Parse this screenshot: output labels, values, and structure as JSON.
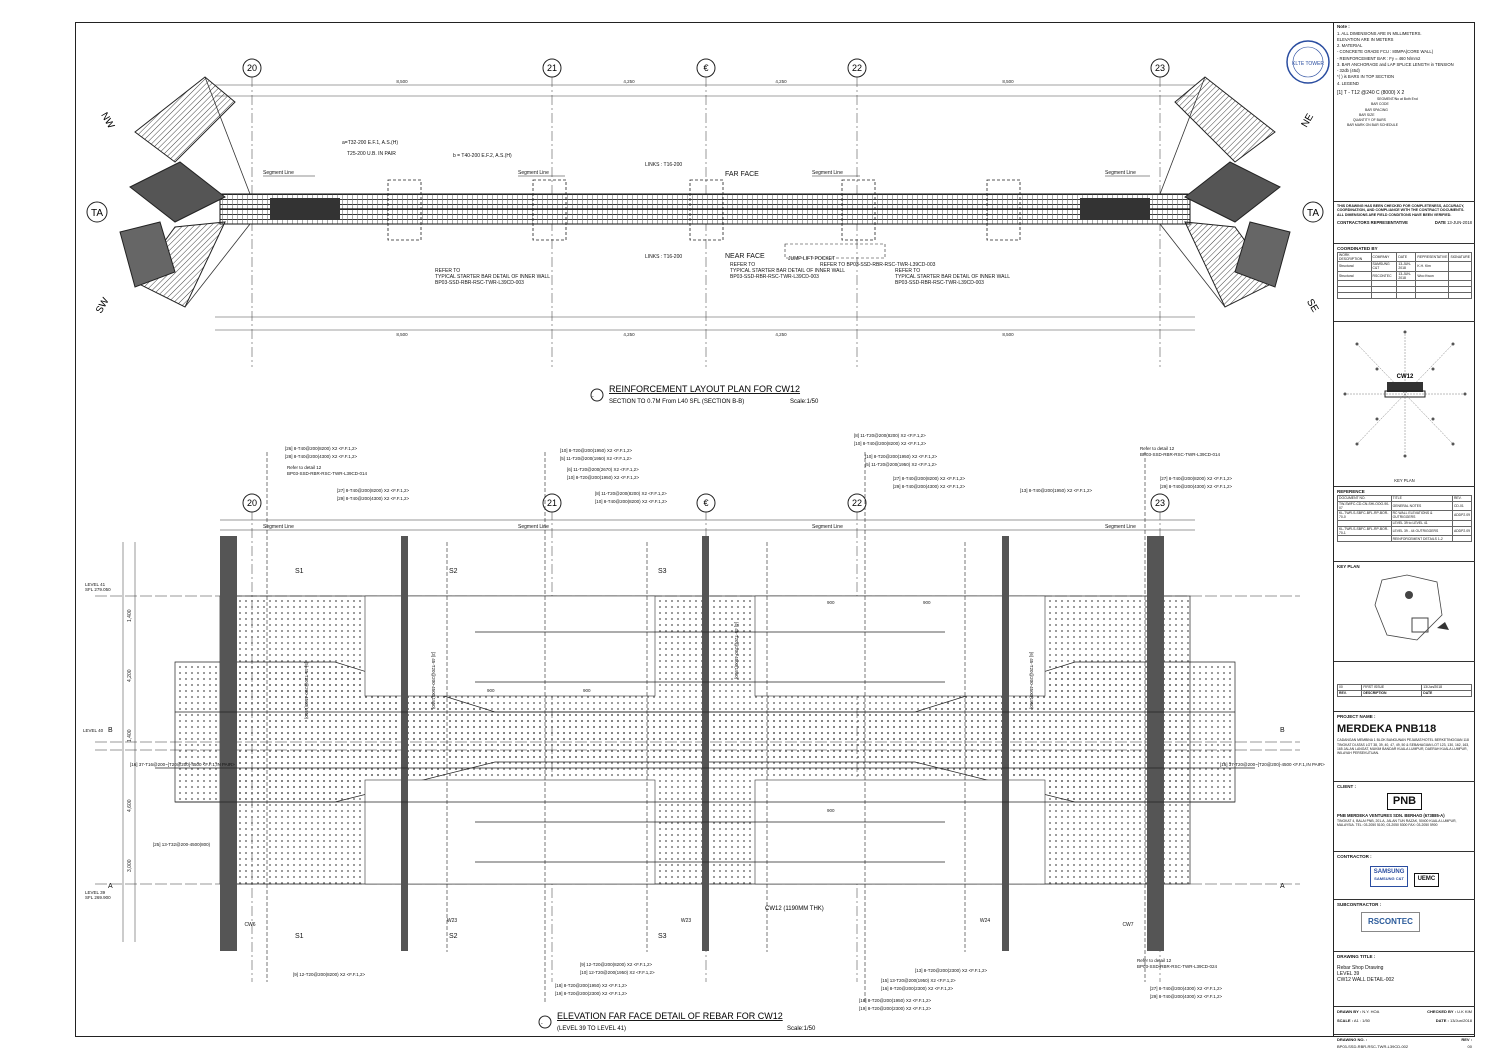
{
  "plan": {
    "title": "REINFORCEMENT LAYOUT PLAN FOR CW12",
    "subtitle": "SECTION TO 0.7M From L40 SFL  (SECTION B-B)",
    "scale": "Scale:1/50",
    "grids": [
      "20",
      "21",
      "€",
      "22",
      "23"
    ],
    "wings": {
      "nw": "NW",
      "ne": "NE",
      "sw": "SW",
      "se": "SE",
      "ta_left": "TA",
      "ta_right": "TA"
    },
    "segment_line": "Segment Line",
    "far_face": "FAR FACE",
    "near_face": "NEAR FACE",
    "links_top": "LINKS : T16-200",
    "links_bottom": "LINKS : T16-200",
    "note_a": "a=T32-200  E.F.1, A.S.(H)",
    "note_t25": "T25-200 U.B. IN PAIR",
    "note_b": "b = T40-200  E.F.2, A.S.(H)",
    "refer_left": [
      "REFER TO",
      "TYPICAL STARTER BAR DETAIL OF INNER WALL",
      "BP03-SSD-RBR-RSC-TWR-L39CD-003"
    ],
    "refer_mid": [
      "REFER TO",
      "TYPICAL STARTER BAR DETAIL OF INNER WALL",
      "BP03-SSD-RBR-RSC-TWR-L39CD-003"
    ],
    "jump_lift": "JUMP LIFT POCKET",
    "refer_right": [
      "REFER TO BP03-SSD-RBR-RSC-TWR-L39CD-003",
      "REFER TO",
      "TYPICAL STARTER BAR DETAIL OF INNER WALL",
      "BP03-SSD-RBR-RSC-TWR-L39CD-003"
    ],
    "dims_top": [
      "8,500",
      "4,250",
      "4,250",
      "8,500"
    ],
    "dims_bottom": [
      "8,500",
      "4,250",
      "4,250",
      "8,500"
    ]
  },
  "elev": {
    "title": "ELEVATION FAR FACE  DETAIL OF REBAR  FOR CW12",
    "subtitle": "(LEVEL 39 TO LEVEL 41)",
    "scale": "Scale:1/50",
    "grids": [
      "20",
      "21",
      "€",
      "22",
      "23"
    ],
    "level41": "LEVEL 41",
    "level41_sfl": "SFL 279.050",
    "level40": "LEVEL 40",
    "level39": "LEVEL 39",
    "level39_sfl": "SFL 269.900",
    "wall_label": "CW12 (1190MM THK)",
    "section_marks": [
      "S1",
      "S2",
      "S3",
      "S1",
      "S2",
      "S3"
    ],
    "wall_ids": [
      "CW6",
      "W23",
      "W23",
      "W24",
      "CW7"
    ],
    "cut_a": "A",
    "cut_b": "B",
    "refer_detail_left": [
      "Refer to detail 12",
      "BP03-SSD-RBR-RSC-TWR-L39CD-014"
    ],
    "refer_detail_right": [
      "Refer to detail 12",
      "BP03-SSD-RBR-RSC-TWR-L39CD-014"
    ],
    "refer_detail_bot": [
      "Refer to detail 12",
      "BP03-SSD-RBR-RSC-TWR-L39CD-024"
    ],
    "bar_marks_top": [
      "[26] 8-T40@200(8200) X2 <F.F.1,2>",
      "[28] 8-T40@200(4300) X2 <F.F.1,2>",
      "[10] 8-T20@200(1950) X2 <F.F.1,2>",
      "[5] 11-T20@200(1950) X2 <F.F.1,2>",
      "[6] 11-T20@200(2670) X2 <F.F.1,2>",
      "[10] 8-T20@200(1950) X2 <F.F.1,2>",
      "[8] 11-T20@200(8200) X2 <F.F.1,2>",
      "[10] 8-T40@200(8200) X2 <F.F.1,2>",
      "[13] 8-T40@200(1950) X2 <F.F.1,2>",
      "[27] 8-T40@200(8200) X2 <F.F.1,2>",
      "[29] 8-T40@200(4300) X2 <F.F.1,2>"
    ],
    "bar_marks_bot": [
      "[9] 12-T20@200(8200) X2 <F.F.1,2>",
      "[10] 12-T20@200(1950) X2 <F.F.1,2>",
      "[18] 8-T20@200(1950) X2 <F.F.1,2>",
      "[19] 8-T20@200(2300) X2 <F.F.1,2>",
      "[13] 8-T20@200(2300) X2 <F.F.1,2>",
      "[15] 13-T20@200(1950) X2 <F.F.1,2>",
      "[16] 8-T20@200(2300) X2 <F.F.1,2>",
      "[27] 8-T40@200(4300) X2 <F.F.1,2>",
      "[29] 8-T40@200(4300) X2 <F.F.1,2>"
    ],
    "left_bar": "[16] 37-T16@200~[T20@200]-4500 <F.F.1,IN PAIR>",
    "right_bar": "[16] 37-T20@200~[T20@200]-4500 <F.F.1,IN PAIR>",
    "left_low_bar": "[25] 13-T32@200-4500(800)",
    "vert_bars": [
      "[3] 45-T20@200-4500(1950)",
      "[4] 45-T20@200-4500(1950)",
      "[5] 45-T20@200-4500(1950)",
      "[6] 45-T20@200-4500(1950)"
    ],
    "dim_labels": [
      "900",
      "900",
      "900",
      "900",
      "900"
    ],
    "vert_dims": [
      "1,400",
      "4,200",
      "1,400",
      "4,600",
      "3,000"
    ]
  },
  "title_block": {
    "notes_head": "Note :",
    "notes": [
      "1. ALL DIMENSIONS ARE IN MILLIMETERS.",
      "    ELEVATION ARE IN METERS",
      "2. MATERIAL",
      "   - CONCRETE GRADE FCU : 80MPA(CORE WALL)",
      "   - REINFORCEMENT BAR : Fy = 460 N/mm2",
      "3. BAR ANCHORAGE and LAP SPLICE LENGTH in TENSION",
      "   - 32db (45d)",
      "   *(  ) is BARS IN TOP SECTION",
      "4. LEGEND"
    ],
    "legend_line": "[1]   T  -  T12   @240   C   (8000)   X 2",
    "legend_items": [
      "SEGMENT/No at Both End",
      "BAR CODE",
      "BAR SPACING",
      "BAR SIZE",
      "QUANTITY OF BARS",
      "BAR MARK ON BAR SCHEDULE"
    ],
    "checked_text": "THIS DRAWING HAS BEEN CHECKED FOR COMPLETENESS, ACCURACY, COORDINATION, AND COMPLIANCE WITH THE CONTRACT DOCUMENTS. ALL DIMENSIONS ARE FIELD CONDITIONS HAVE BEEN VERIFIED.",
    "contractor_rep": "CONTRACTORS REPRESENTATIVE",
    "date_label": "DATE",
    "date_value": "13-JUN-2018",
    "coordinated_by": "COORDINATED BY",
    "coord_headers": [
      "WORK DESCRIPTION",
      "COMPANY",
      "DATE",
      "REPRESENTATIVE",
      "SIGNATURE"
    ],
    "coord_rows": [
      [
        "Structural",
        "SAMSUNG C&T",
        "13-JUN-2018",
        "K.H. Kim",
        ""
      ],
      [
        "Structural",
        "RSCONTEC",
        "13-JUN-2018",
        "Woo Kwon",
        ""
      ]
    ],
    "key_plan_label": "KEY PLAN",
    "key_plan_tag": "CW12",
    "reference_head": "REFERENCE",
    "ref_headers": [
      "DOCUMENT NO.",
      "TITLE",
      "REV."
    ],
    "ref_rows": [
      [
        "TW-SWFC-CD-CN-SHI-OOO-90-07",
        "GENERAL NOTES",
        "CD-01"
      ],
      [
        "KL-TWR-S-SBFC-BFL-RP-BOR-70-0",
        "RC WALL ELEVATIONS & OUTRIGGERS",
        "ADDP2.09"
      ],
      [
        "",
        "LEVEL 39 to LEVEL 41",
        ""
      ],
      [
        "KL-TWR-S-SBFC-BFL-RP-BOR-70-1",
        "LEVEL 39 - 44 OUTRIGGERS",
        "ADDP2.09"
      ],
      [
        "",
        "REINFORCEMENT DETAILS 1-2",
        ""
      ]
    ],
    "key_plan2": "KEY PLAN",
    "rev_row": [
      "00",
      "FIRST ISSUE",
      "13/Jun/2018"
    ],
    "rev_headers": [
      "REV.",
      "DESCRIPTION",
      "DATE"
    ],
    "project_label": "PROJECT NAME :",
    "project_name": "MERDEKA PNB118",
    "project_desc": "CADANGAN MEMBINA 1 BLOK BANGUNAN PEJABAT/HOTEL BERKETINGGIAN 118 TINGKAT DI ATAS LOT 38, 39, 40, 47, 49, 50 & SEBAHAGIAN LOT 123, 130, 162, 163, 165 JALAN LANGAT, MUKIM BANDAR KUALA LUMPUR, DAERAH KUALA LUMPUR, WILAYAH PERSEKUTUAN.",
    "client_label": "CLIENT :",
    "client_logo": "PNB",
    "client_name": "PNB MERDEKA VENTURES SDN. BERHAD",
    "client_reg": "(673885-A)",
    "client_addr": "TINGKAT 4, BALAI PNB, 201-A, JALAN TUN RAZAK, 50400 KUALA LUMPUR, MALAYSIA. TEL: 03-2050 5100, 03-2050 5300 FAX: 03-2050 5900",
    "contractor_label": "CONTRACTOR :",
    "contractor_logo1": "SAMSUNG",
    "contractor_logo1_sub": "SAMSUNG C&T",
    "contractor_logo2": "UEMC",
    "sub_label": "SUBCONTRACTOR :",
    "sub_logo": "RSCONTEC",
    "drawing_title_label": "DRAWING TITLE :",
    "drawing_title": [
      "Rebar Shop Drawing",
      "LEVEL 39",
      "CW12 WALL DETAIL-002"
    ],
    "drawn_by_label": "DRAWN BY :",
    "drawn_by": "N.Y. HOA",
    "checked_by_label": "CHECKED BY :",
    "checked_by": "U.K KIM",
    "scale_label": "SCALE :",
    "scale": "A1 : 1/50",
    "date2_label": "DATE :",
    "date2": "13/Jun/2018",
    "drawing_no_label": "DRAWING NO. :",
    "drawing_no": "BP03-SSD-RBR-RSC-TWR-L39CD-002",
    "rev_label": "REV :",
    "rev": "00"
  },
  "stamp": {
    "text": "KLTE TOWER"
  }
}
